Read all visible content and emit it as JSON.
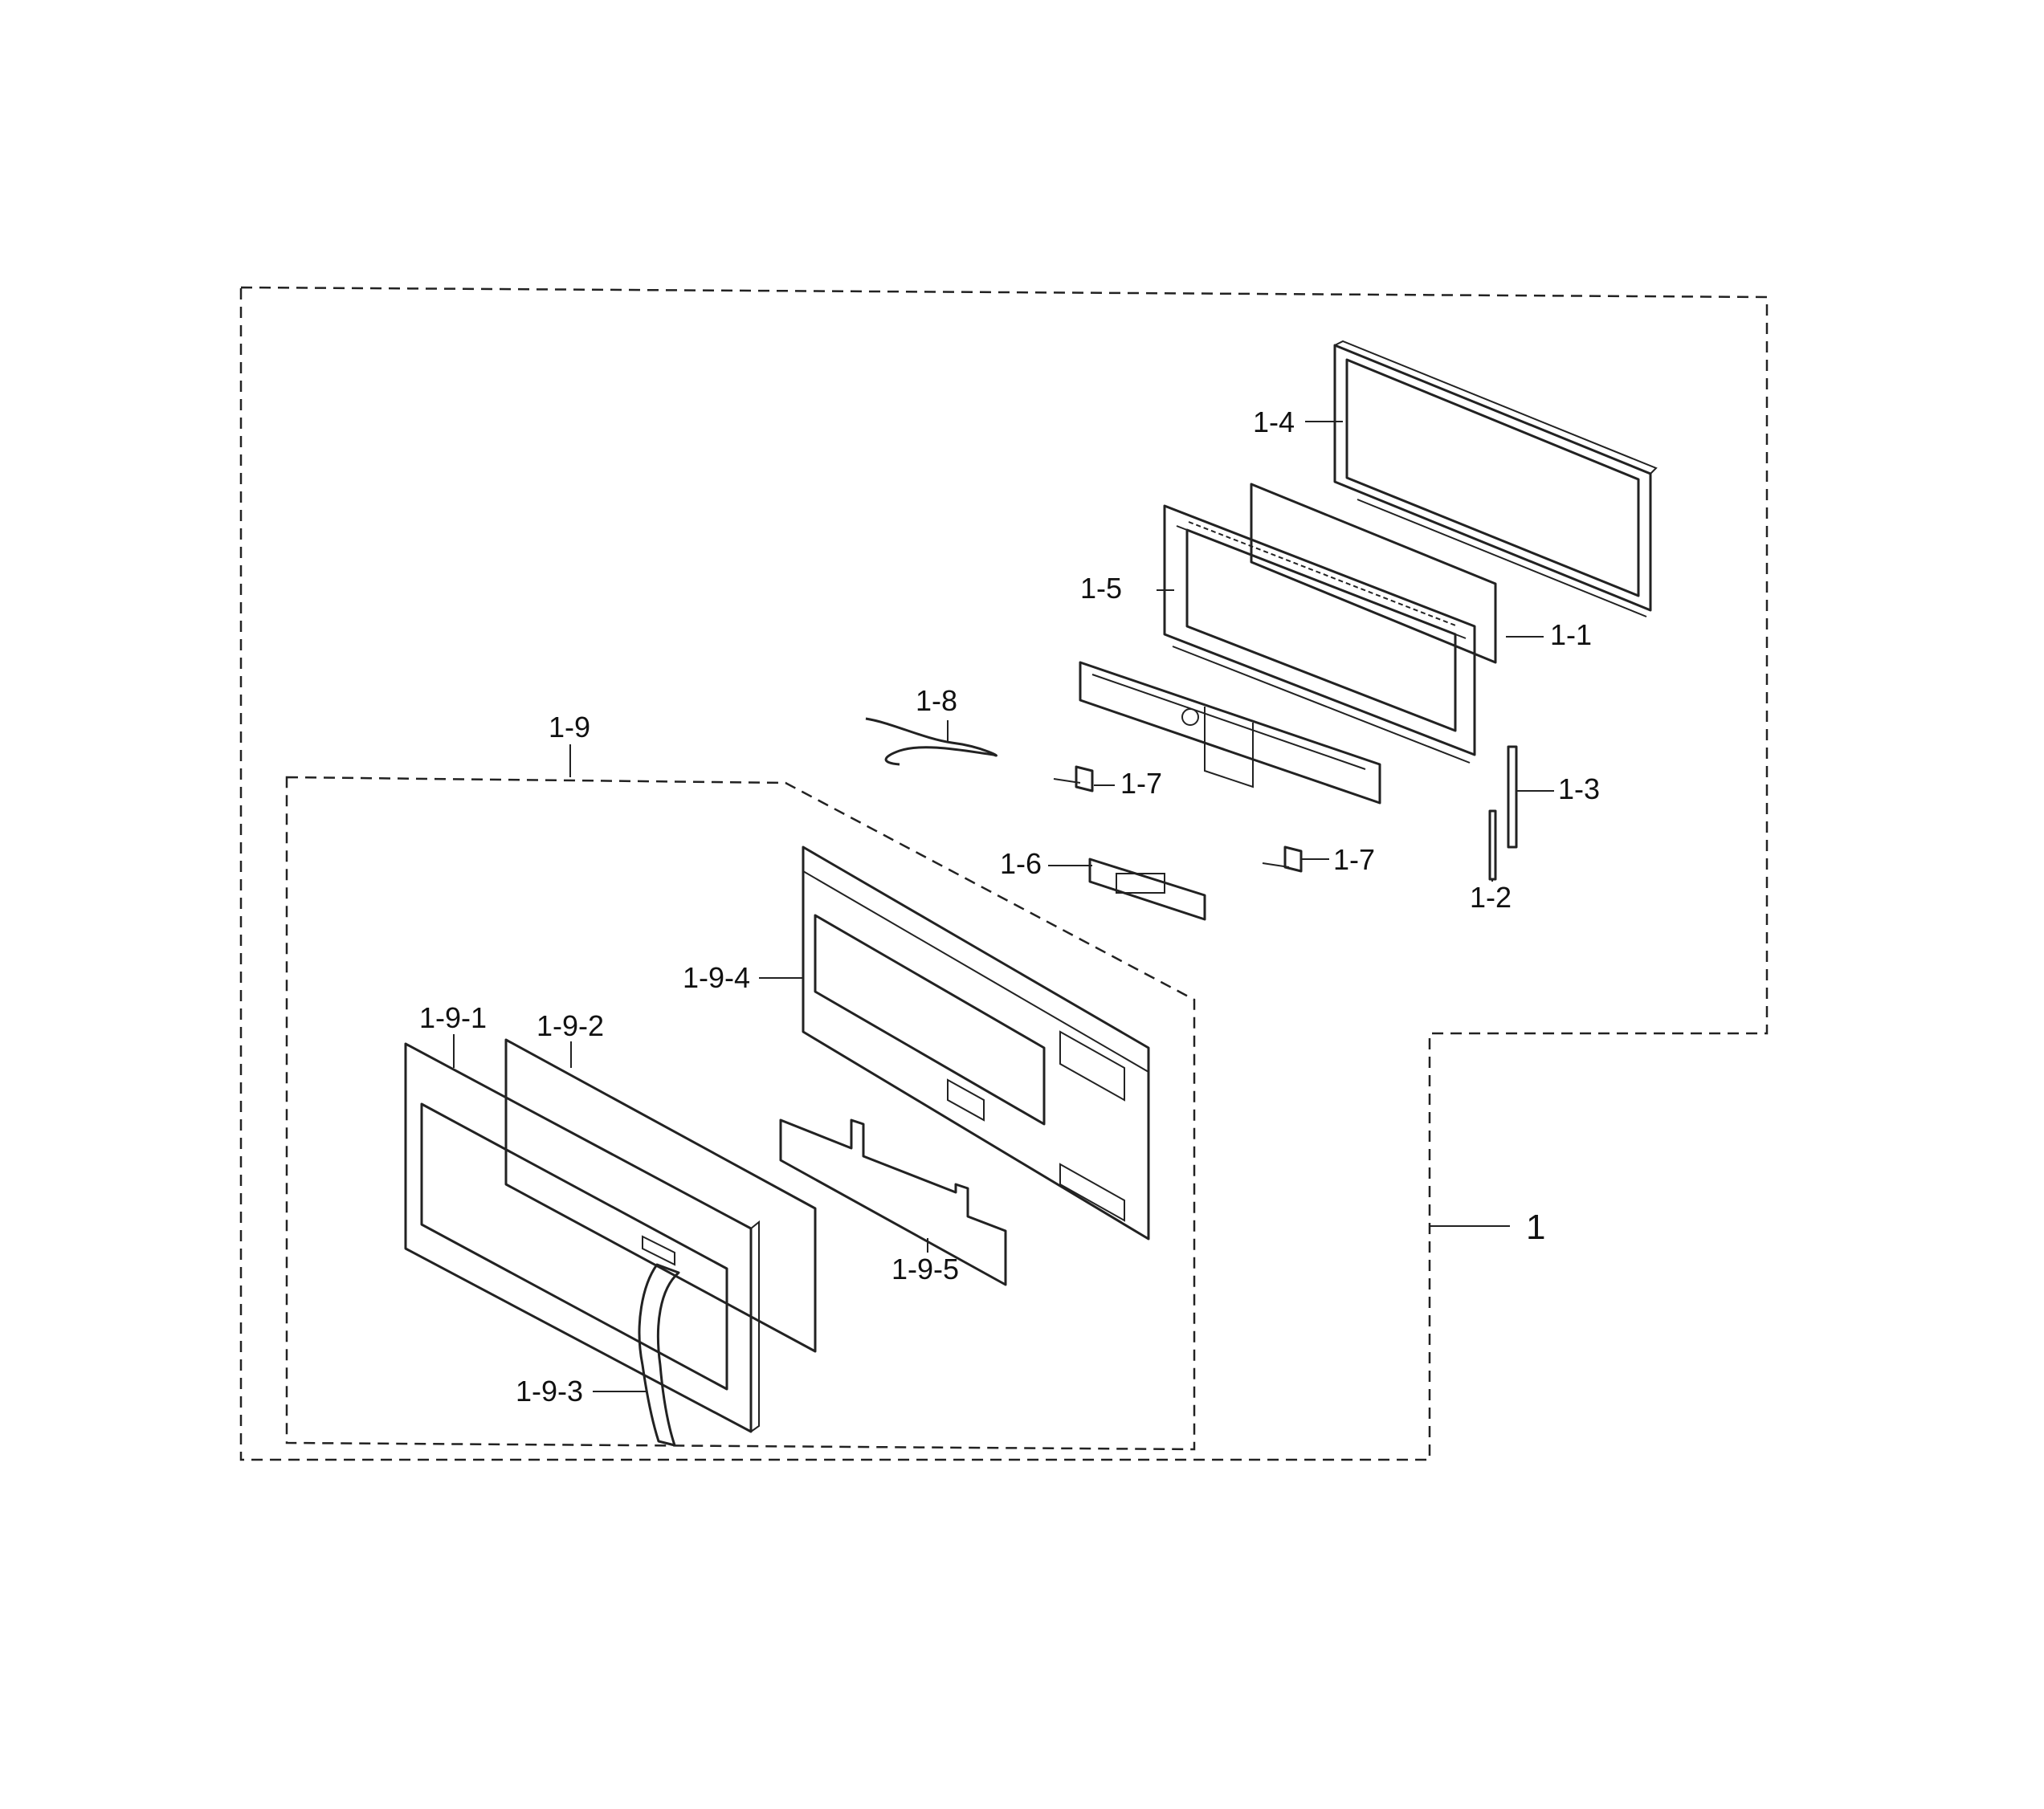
{
  "labels": {
    "assembly": "1",
    "glass": "1-1",
    "part_1_2": "1-2",
    "part_1_3": "1-3",
    "frame_back": "1-4",
    "frame_inner": "1-5",
    "part_1_6": "1-6",
    "hinge_left": "1-7",
    "hinge_right": "1-7",
    "cable": "1-8",
    "subassembly": "1-9",
    "door_outer": "1-9-1",
    "door_sheet": "1-9-2",
    "handle": "1-9-3",
    "door_frame": "1-9-4",
    "door_film": "1-9-5"
  },
  "colors": {
    "line": "#222222",
    "background": "#ffffff"
  }
}
